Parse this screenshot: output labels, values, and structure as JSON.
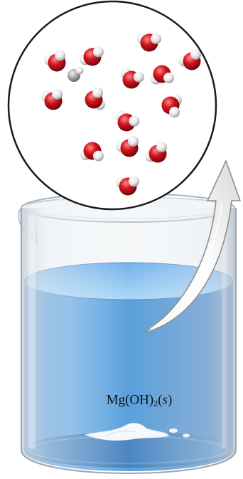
{
  "label": {
    "formula_main": "Mg(OH)",
    "subscript": "2",
    "phase_open": "(",
    "phase": "s",
    "phase_close": ")"
  },
  "zoom_view": {
    "water_molecule_count": 14,
    "hydroxide_ion_count": 1
  },
  "colors": {
    "oxygen": "#c8141c",
    "hydrogen": "#e8e8e8",
    "hydroxide_oxygen": "#9a9a9a",
    "solution": "#3c8fd6",
    "solution_surface": "#7bbcf0",
    "precipitate": "#f4f8fb"
  }
}
